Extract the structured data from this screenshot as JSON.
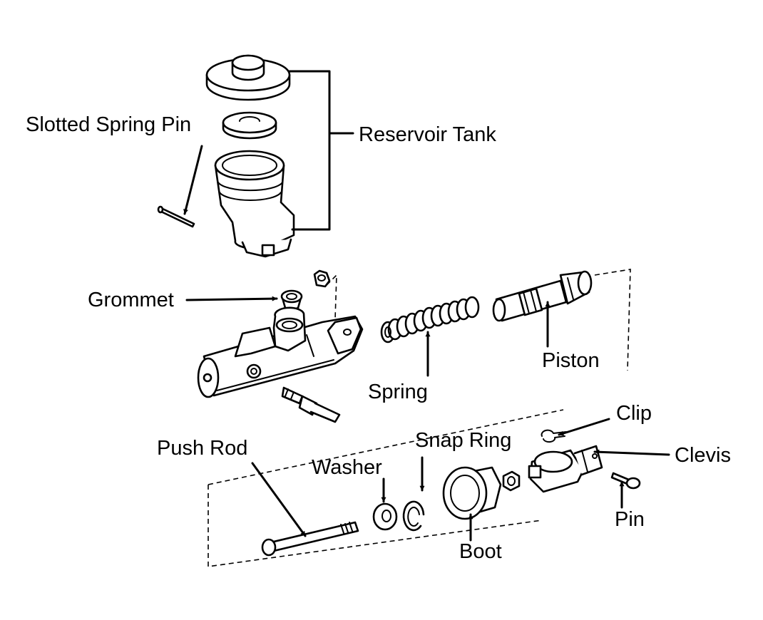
{
  "colors": {
    "ink": "#000000",
    "paper": "#ffffff"
  },
  "labels": {
    "slotted_spring_pin": "Slotted Spring Pin",
    "reservoir_tank": "Reservoir Tank",
    "grommet": "Grommet",
    "spring": "Spring",
    "piston": "Piston",
    "clip": "Clip",
    "push_rod": "Push Rod",
    "snap_ring": "Snap Ring",
    "washer": "Washer",
    "clevis": "Clevis",
    "pin": "Pin",
    "boot": "Boot"
  }
}
